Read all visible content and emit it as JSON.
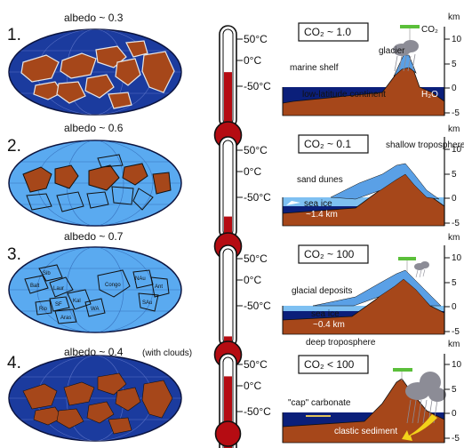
{
  "panels": [
    {
      "number": "1.",
      "albedo": "albedo ~ 0.3",
      "clouds_note": "",
      "temps": [
        "50°C",
        "0°C",
        "-50°C"
      ],
      "mercury_level": 0.55,
      "co2": "CO₂ ~ 1.0",
      "labels": [
        "glacier",
        "marine shelf",
        "low-latitude continent",
        "H₂O",
        "CO₂"
      ],
      "axis_unit": "km",
      "axis_ticks": [
        "10",
        "5",
        "0",
        "-5"
      ]
    },
    {
      "number": "2.",
      "albedo": "albedo ~ 0.6",
      "clouds_note": "",
      "temps": [
        "50°C",
        "0°C",
        "-50°C"
      ],
      "mercury_level": 0.2,
      "co2": "CO₂ ~ 0.1",
      "labels": [
        "shallow troposphere",
        "sand dunes",
        "sea ice",
        "~1.4 km"
      ],
      "axis_unit": "km",
      "axis_ticks": [
        "10",
        "5",
        "0",
        "-5"
      ]
    },
    {
      "number": "3.",
      "albedo": "albedo ~ 0.7",
      "clouds_note": "",
      "temps": [
        "50°C",
        "0°C",
        "-50°C"
      ],
      "mercury_level": 0.08,
      "co2": "CO₂ ~ 100",
      "labels": [
        "glacial deposits",
        "sea ice",
        "~0.4 km"
      ],
      "axis_unit": "km",
      "axis_ticks": [
        "10",
        "5",
        "0",
        "-5"
      ],
      "continent_names": [
        "Sib",
        "Balt",
        "Laur",
        "SF",
        "Kal",
        "Congo",
        "NAu",
        "SAu",
        "Ant",
        "Aras",
        "Rio",
        "WA"
      ]
    },
    {
      "number": "4.",
      "albedo": "albedo ~ 0.4",
      "clouds_note": "(with clouds)",
      "temps": [
        "50°C",
        "0°C",
        "-50°C"
      ],
      "mercury_level": 0.8,
      "co2": "CO₂ < 100",
      "labels": [
        "deep troposphere",
        "\"cap\" carbonate",
        "clastic sediment"
      ],
      "axis_unit": "km",
      "axis_ticks": [
        "10",
        "5",
        "0",
        "-5"
      ]
    }
  ],
  "colors": {
    "ocean_open": "#1b3b9e",
    "ocean_icy": "#5aaaf0",
    "land": "#a6471a",
    "sea_deep": "#0b1f7a",
    "ice": "#5aa0e6",
    "mercury": "#b50c12",
    "cloud": "#8c8c96",
    "sediment_arrow": "#f2d21a",
    "vegetation": "#5bbf3a"
  }
}
